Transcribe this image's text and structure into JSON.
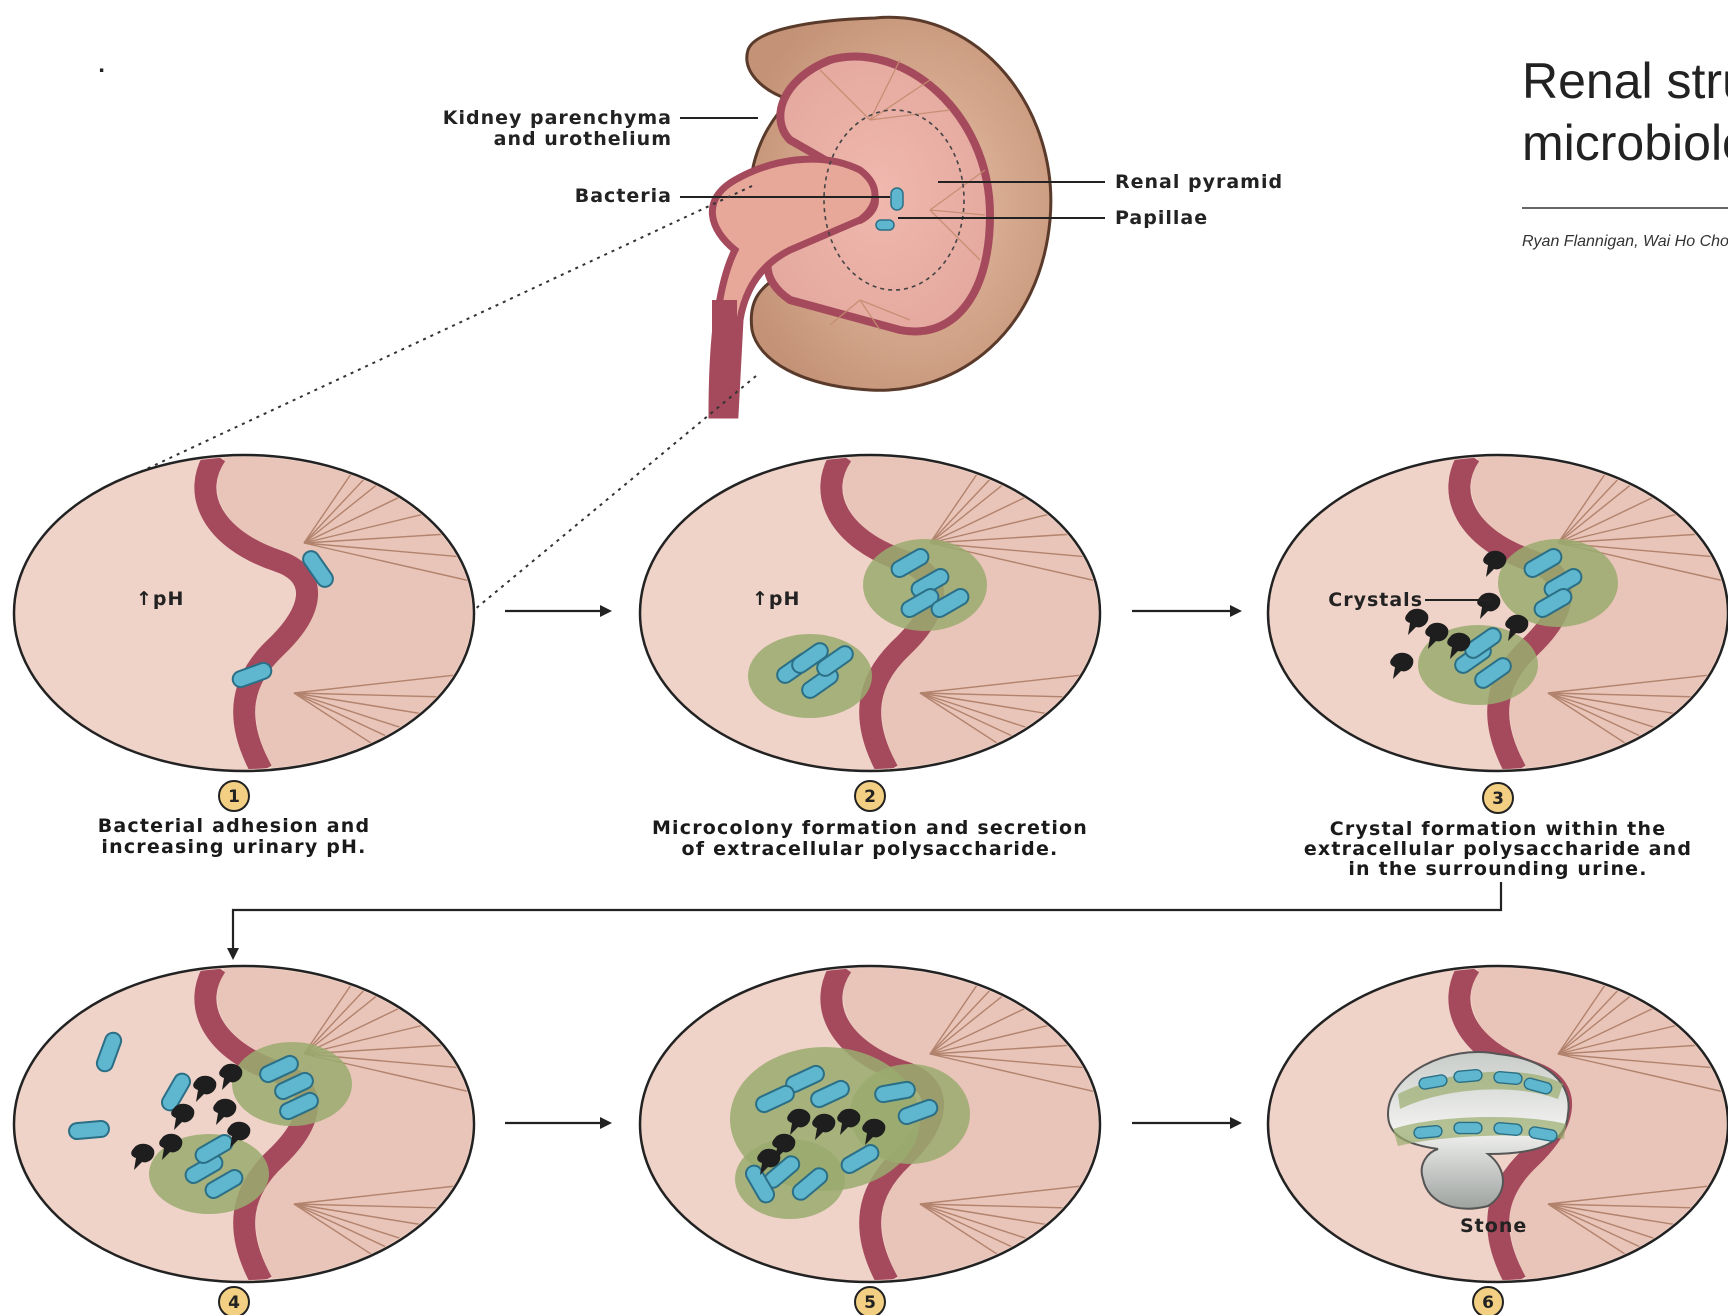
{
  "bullet": ".",
  "header": {
    "title_line1": "Renal struvite ston",
    "title_line2": "microbiology, and r",
    "authors": "Ryan Flannigan, Wai Ho Choy, Ben Chew a"
  },
  "kidney_labels": {
    "parenchyma_line1": "Kidney parenchyma",
    "parenchyma_line2": "and urothelium",
    "bacteria": "Bacteria",
    "renal_pyramid": "Renal pyramid",
    "papillae": "Papillae"
  },
  "panels": [
    {
      "number": "1",
      "inner_label": "↑pH",
      "caption": [
        "Bacterial adhesion and",
        "increasing urinary pH."
      ]
    },
    {
      "number": "2",
      "inner_label": "↑pH",
      "caption": [
        "Microcolony formation and secretion",
        "of extracellular polysaccharide."
      ]
    },
    {
      "number": "3",
      "inner_label": "Crystals",
      "caption": [
        "Crystal formation within the",
        "extracellular polysaccharide and",
        "in the surrounding urine."
      ]
    },
    {
      "number": "4",
      "inner_label": "",
      "caption": []
    },
    {
      "number": "5",
      "inner_label": "",
      "caption": []
    },
    {
      "number": "6",
      "inner_label": "Stone",
      "caption": []
    }
  ],
  "colors": {
    "tissue": "#efd2c8",
    "urothelium": "#a54a5c",
    "bacteria": "#5fb7cf",
    "biofilm": "#9aac6e",
    "crystal": "#222222",
    "kidney_outer": "#cfa080",
    "badge": "#f2cf82"
  }
}
